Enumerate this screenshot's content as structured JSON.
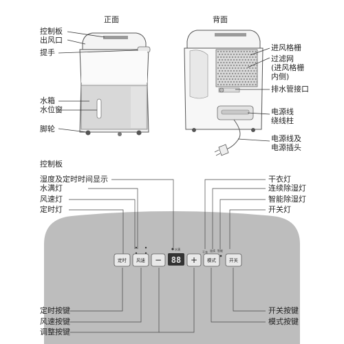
{
  "views": {
    "front_title": "正面",
    "back_title": "背面"
  },
  "front_labels": {
    "control_panel": "控制板",
    "air_outlet": "出风口",
    "handle": "提手",
    "water_tank": "水箱",
    "water_window": "水位窗",
    "casters": "脚轮"
  },
  "back_labels": {
    "inlet_grille": "进风格栅",
    "filter_line1": "过滤网",
    "filter_line2": "(进风格栅",
    "filter_line3": "内侧)",
    "drain_port": "排水管接口",
    "cord_wrap_line1": "电源线",
    "cord_wrap_line2": "绕线柱",
    "plug_line1": "电源线及",
    "plug_line2": "电源插头"
  },
  "panel_section_title": "控制板",
  "panel_top_left_labels": {
    "humidity_timer_display": "湿度及定时时间显示",
    "water_full_light": "水满灯",
    "fan_speed_light": "风速灯",
    "timer_light": "定时灯"
  },
  "panel_top_right_labels": {
    "dry_clothes_light": "干衣灯",
    "continuous_light": "连续除湿灯",
    "smart_light": "智能除湿灯",
    "power_light": "开关灯"
  },
  "panel_bottom_labels": {
    "timer_key": "定时按键",
    "fan_key": "风速按键",
    "adjust_key": "调整按键",
    "power_key": "开关按键",
    "mode_key": "模式按键"
  },
  "panel_buttons": {
    "timer": "定时",
    "fan": "风速",
    "minus": "−",
    "plus": "+",
    "mode": "模式",
    "power": "开关"
  },
  "display_text": "88",
  "tiny_indicator_text": {
    "water_full": "水满",
    "dry": "干衣",
    "cont": "连续",
    "smart": "智能"
  }
}
